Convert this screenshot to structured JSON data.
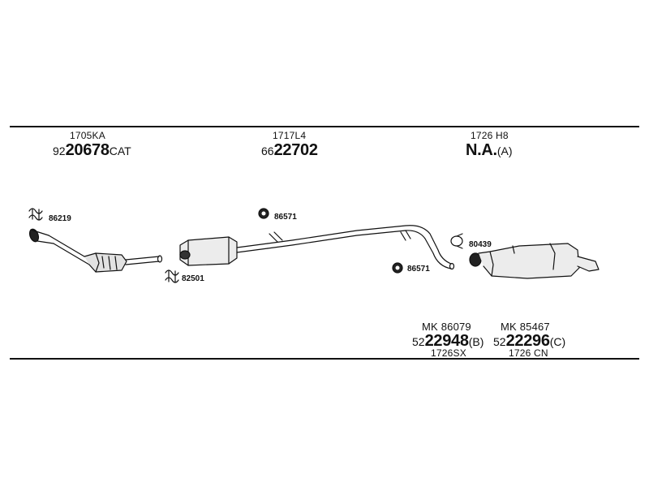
{
  "headers": [
    {
      "code": "1705KA",
      "prefix": "92",
      "number": "20678",
      "suffix": "CAT"
    },
    {
      "code": "1717L4",
      "prefix": "66",
      "number": "22702",
      "suffix": ""
    },
    {
      "code": "1726 H8",
      "prefix": "",
      "number": "N.A.",
      "suffix": "(A)"
    }
  ],
  "callouts": [
    "86219",
    "82501",
    "86571",
    "86571",
    "80439"
  ],
  "kits": [
    {
      "kit": "MK  86079",
      "prefix": "52",
      "number": "22948",
      "suffix": "(B)",
      "code": "1726SX"
    },
    {
      "kit": "MK  85467",
      "prefix": "52",
      "number": "22296",
      "suffix": "(C)",
      "code": "1726 CN"
    }
  ]
}
